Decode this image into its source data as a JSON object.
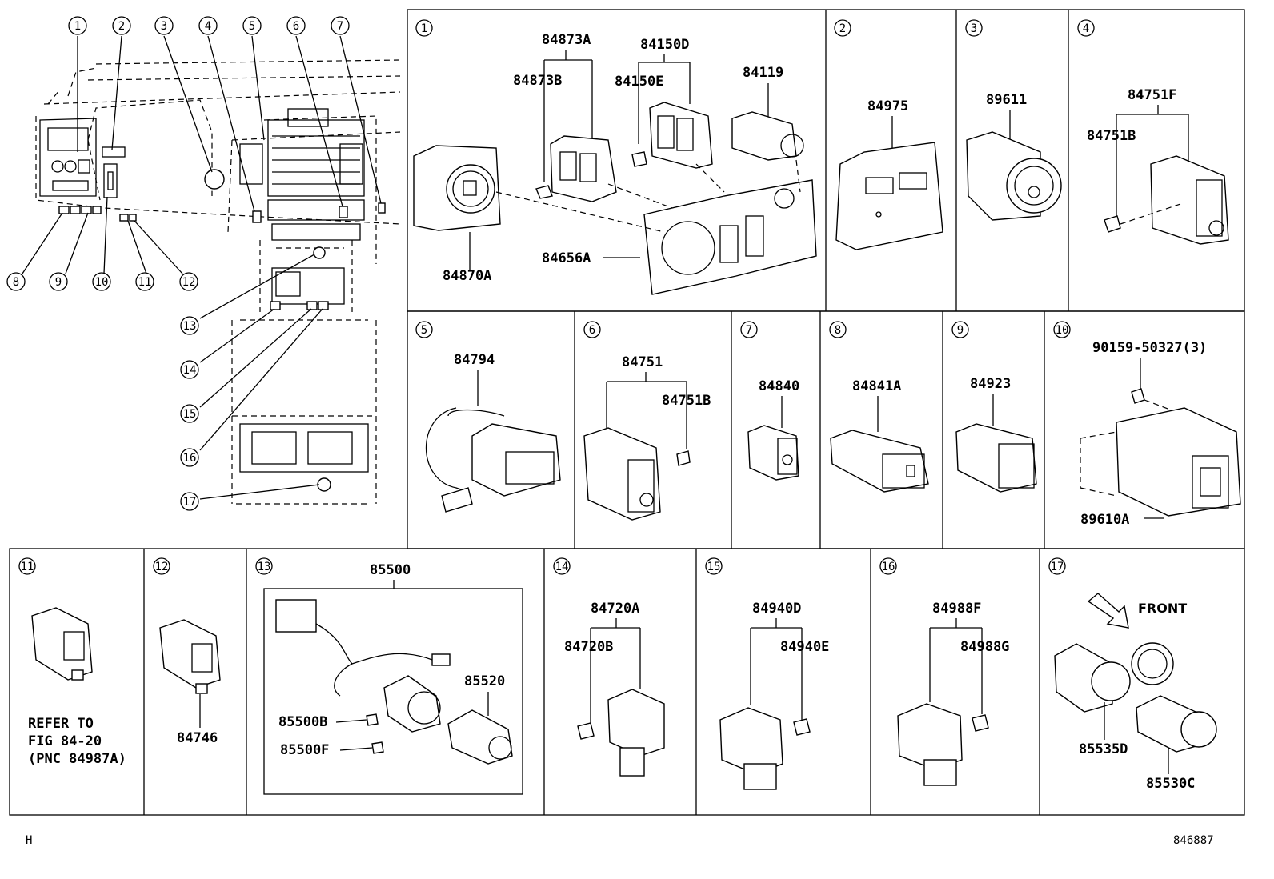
{
  "callouts": [
    "1",
    "2",
    "3",
    "4",
    "5",
    "6",
    "7",
    "8",
    "9",
    "10",
    "11",
    "12",
    "13",
    "14",
    "15",
    "16",
    "17"
  ],
  "panels": {
    "p1": {
      "num": "1",
      "parts": [
        "84873A",
        "84873B",
        "84150D",
        "84150E",
        "84119",
        "84870A",
        "84656A"
      ]
    },
    "p2": {
      "num": "2",
      "parts": [
        "84975"
      ]
    },
    "p3": {
      "num": "3",
      "parts": [
        "89611"
      ]
    },
    "p4": {
      "num": "4",
      "parts": [
        "84751F",
        "84751B"
      ]
    },
    "p5": {
      "num": "5",
      "parts": [
        "84794"
      ]
    },
    "p6": {
      "num": "6",
      "parts": [
        "84751",
        "84751B"
      ]
    },
    "p7": {
      "num": "7",
      "parts": [
        "84840"
      ]
    },
    "p8": {
      "num": "8",
      "parts": [
        "84841A"
      ]
    },
    "p9": {
      "num": "9",
      "parts": [
        "84923"
      ]
    },
    "p10": {
      "num": "10",
      "parts": [
        "90159-50327(3)",
        "89610A"
      ]
    },
    "p11": {
      "num": "11",
      "note": [
        "REFER TO",
        "FIG 84-20",
        "(PNC 84987A)"
      ]
    },
    "p12": {
      "num": "12",
      "parts": [
        "84746"
      ]
    },
    "p13": {
      "num": "13",
      "parts": [
        "85500",
        "85520",
        "85500B",
        "85500F"
      ]
    },
    "p14": {
      "num": "14",
      "parts": [
        "84720A",
        "84720B"
      ]
    },
    "p15": {
      "num": "15",
      "parts": [
        "84940D",
        "84940E"
      ]
    },
    "p16": {
      "num": "16",
      "parts": [
        "84988F",
        "84988G"
      ]
    },
    "p17": {
      "num": "17",
      "parts": [
        "FRONT",
        "85535D",
        "85530C"
      ]
    }
  },
  "footer": {
    "left": "H",
    "right": "846887"
  }
}
